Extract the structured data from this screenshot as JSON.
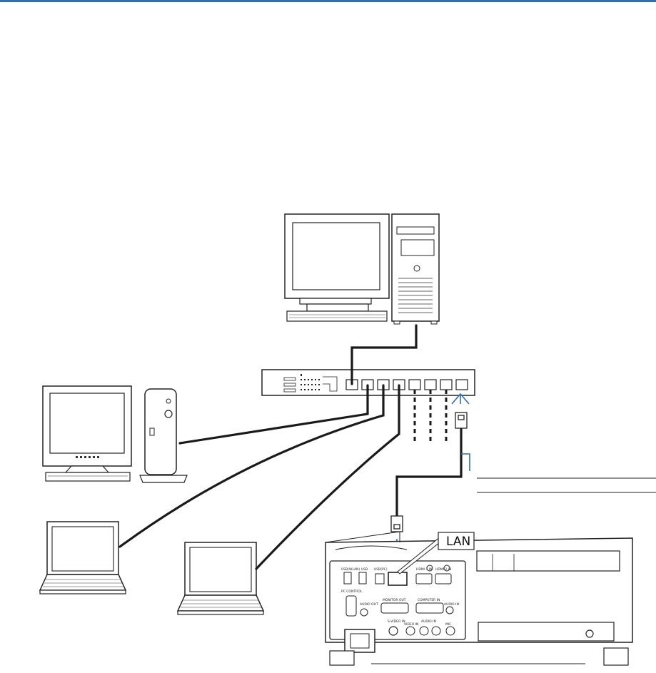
{
  "header": {
    "rule_color": "#2f6db5"
  },
  "diagram": {
    "lan_label": "LAN",
    "accent_color": "#2f6db5",
    "devices": [
      {
        "name": "desktop-computer-tower",
        "icon": "desktop-tower-icon"
      },
      {
        "name": "desktop-computer-compact",
        "icon": "desktop-compact-icon"
      },
      {
        "name": "laptop-left",
        "icon": "laptop-icon"
      },
      {
        "name": "laptop-center",
        "icon": "laptop-icon"
      },
      {
        "name": "network-hub",
        "icon": "hub-icon"
      },
      {
        "name": "projector",
        "icon": "projector-icon"
      }
    ],
    "projector_port_labels": {
      "usb_wlan": "USB(WLAN)",
      "usb": "USB",
      "usb_pc": "USB(PC)",
      "hdmi1": "HDMI 1 IN",
      "hdmi2": "HDMI 2 IN",
      "pc_control": "PC CONTROL",
      "audio_out": "AUDIO OUT",
      "monitor_out": "MONITOR OUT",
      "computer_in": "COMPUTER IN",
      "audio_in": "AUDIO IN",
      "svideo_in": "S-VIDEO IN",
      "video_in": "VIDEO IN",
      "audio_in_lr": "AUDIO IN",
      "mic": "MIC"
    }
  }
}
